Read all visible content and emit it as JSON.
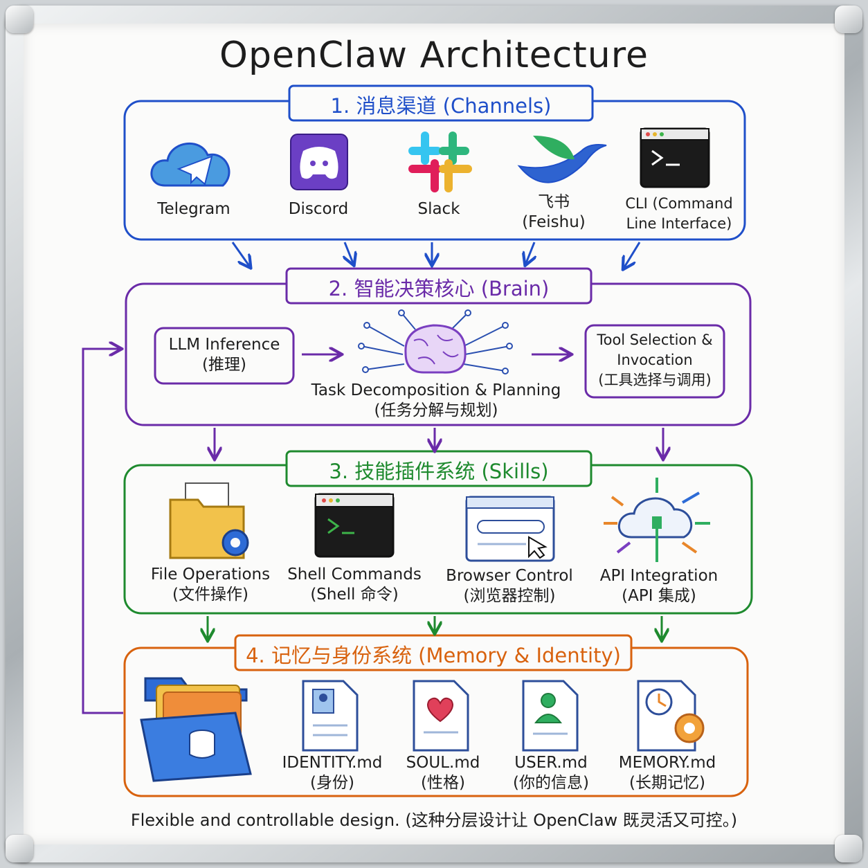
{
  "title": "OpenClaw Architecture",
  "sections": {
    "channels": {
      "header": "1. 消息渠道 (Channels)",
      "items": [
        {
          "label": "Telegram",
          "icon": "telegram-icon"
        },
        {
          "label": "Discord",
          "icon": "discord-icon"
        },
        {
          "label": "Slack",
          "icon": "slack-icon"
        },
        {
          "label": "飞书\n(Feishu)",
          "icon": "feishu-icon"
        },
        {
          "label": "CLI (Command\nLine Interface)",
          "icon": "terminal-icon"
        }
      ]
    },
    "brain": {
      "header": "2. 智能决策核心 (Brain)",
      "llm": "LLM Inference\n(推理)",
      "planning": "Task Decomposition & Planning\n(任务分解与规划)",
      "tools": "Tool Selection &\nInvocation\n(工具选择与调用)"
    },
    "skills": {
      "header": "3. 技能插件系统 (Skills)",
      "items": [
        {
          "label": "File Operations\n(文件操作)",
          "icon": "folder-gear-icon"
        },
        {
          "label": "Shell Commands\n(Shell 命令)",
          "icon": "terminal-icon"
        },
        {
          "label": "Browser Control\n(浏览器控制)",
          "icon": "browser-icon"
        },
        {
          "label": "API Integration\n(API 集成)",
          "icon": "api-cloud-icon"
        }
      ]
    },
    "memory": {
      "header": "4. 记忆与身份系统 (Memory & Identity)",
      "items": [
        {
          "label": "IDENTITY.md\n(身份)",
          "icon": "identity-doc-icon"
        },
        {
          "label": "SOUL.md\n(性格)",
          "icon": "heart-doc-icon"
        },
        {
          "label": "USER.md\n(你的信息)",
          "icon": "user-doc-icon"
        },
        {
          "label": "MEMORY.md\n(长期记忆)",
          "icon": "clock-gear-doc-icon"
        }
      ]
    }
  },
  "footer": "Flexible and controllable design. (这种分层设计让 OpenClaw 既灵活又可控。)",
  "colors": {
    "blue": "#1f4fc9",
    "purple": "#6a2ba8",
    "green": "#1e8a2e",
    "orange": "#d8620e"
  }
}
